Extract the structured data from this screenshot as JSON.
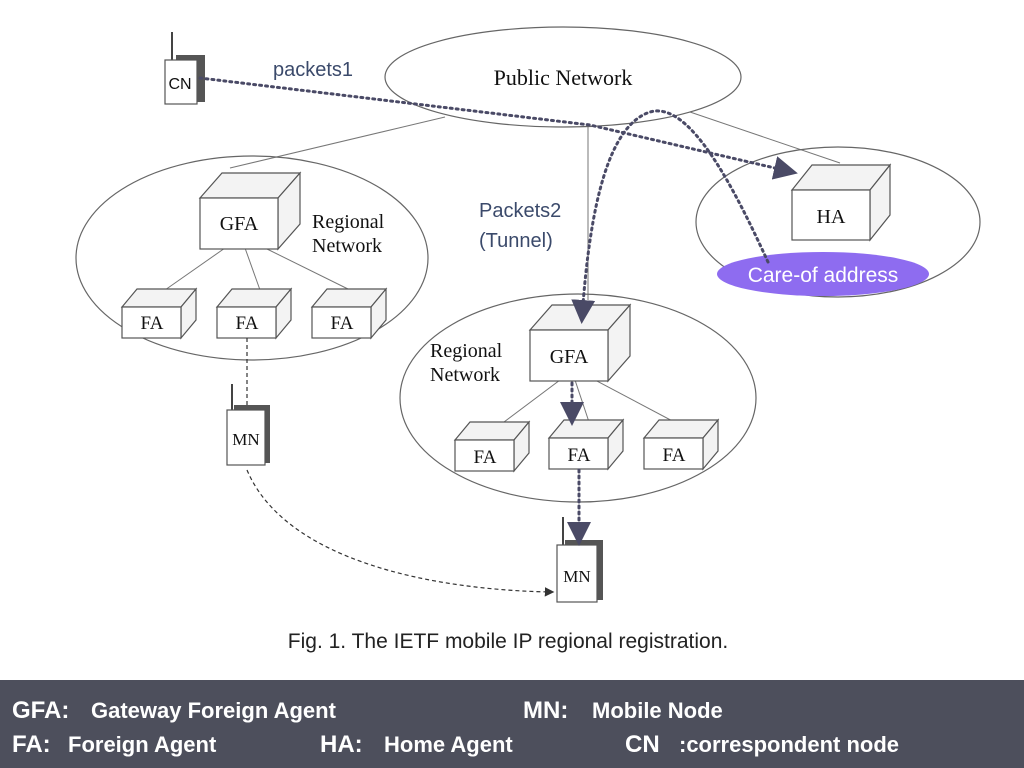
{
  "diagram": {
    "cn_label": "CN",
    "packets1_label": "packets1",
    "public_network_label": "Public Network",
    "packets2_line1": "Packets2",
    "packets2_line2": "(Tunnel)",
    "ha_label": "HA",
    "care_of_label": "Care-of address",
    "left_region": {
      "gfa_label": "GFA",
      "region_line1": "Regional",
      "region_line2": "Network",
      "fa_labels": [
        "FA",
        "FA",
        "FA"
      ],
      "mn_label": "MN"
    },
    "right_region": {
      "gfa_label": "GFA",
      "region_line1": "Regional",
      "region_line2": "Network",
      "fa_labels": [
        "FA",
        "FA",
        "FA"
      ],
      "mn_label": "MN"
    },
    "caption": "Fig. 1. The IETF mobile IP regional registration.",
    "colors": {
      "care_of_fill": "#8e6cf0",
      "dotted_path": "#4a4a66",
      "footer_bg": "#4d4f5c"
    }
  },
  "legend": {
    "row1": [
      {
        "term": "GFA:",
        "definition": "Gateway Foreign Agent"
      },
      {
        "term": "MN:",
        "definition": "Mobile Node"
      }
    ],
    "row2": [
      {
        "term": "FA:",
        "definition": "Foreign Agent"
      },
      {
        "term": "HA:",
        "definition": "Home Agent"
      },
      {
        "term": "CN",
        "definition": ":correspondent node"
      }
    ]
  }
}
